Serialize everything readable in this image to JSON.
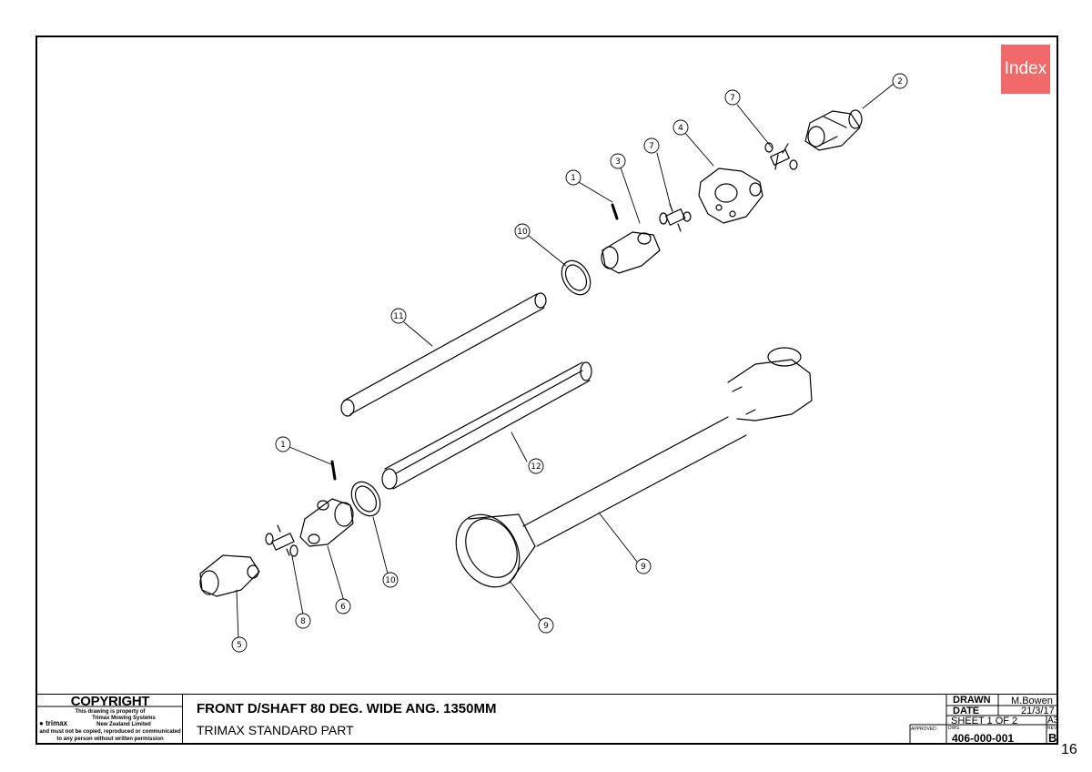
{
  "index_button": "Index",
  "balloons": {
    "b1a": "1",
    "b1b": "1",
    "b2": "2",
    "b3": "3",
    "b4": "4",
    "b5": "5",
    "b6": "6",
    "b7a": "7",
    "b7b": "7",
    "b8": "8",
    "b9a": "9",
    "b9b": "9",
    "b10a": "10",
    "b10b": "10",
    "b11": "11",
    "b12": "12"
  },
  "title_block": {
    "copyright_title": "COPYRIGHT",
    "copyright_lines": [
      "This drawing is property of",
      "Trimax Mowing Systems",
      "New Zealand Limited",
      "and must not be copied, reproduced or communicated",
      "to any person without written permission"
    ],
    "logo_text": "trimax",
    "drawing_title": "FRONT D/SHAFT 80 DEG. WIDE ANG. 1350MM",
    "drawing_subtitle": "TRIMAX STANDARD PART",
    "drawn_label": "DRAWN",
    "drawn_value": "M.Bowen",
    "date_label": "DATE",
    "date_value": "21/3/17",
    "sheet_label": "SHEET 1 OF 2",
    "size": "A3",
    "approved_label": "APPROVED",
    "dwg_label": "DWG",
    "dwg_number": "406-000-001",
    "rev_label": "REV",
    "rev_value": "B"
  },
  "page_number": "16",
  "colors": {
    "index_bg": "#f06a6a",
    "line": "#000000"
  }
}
